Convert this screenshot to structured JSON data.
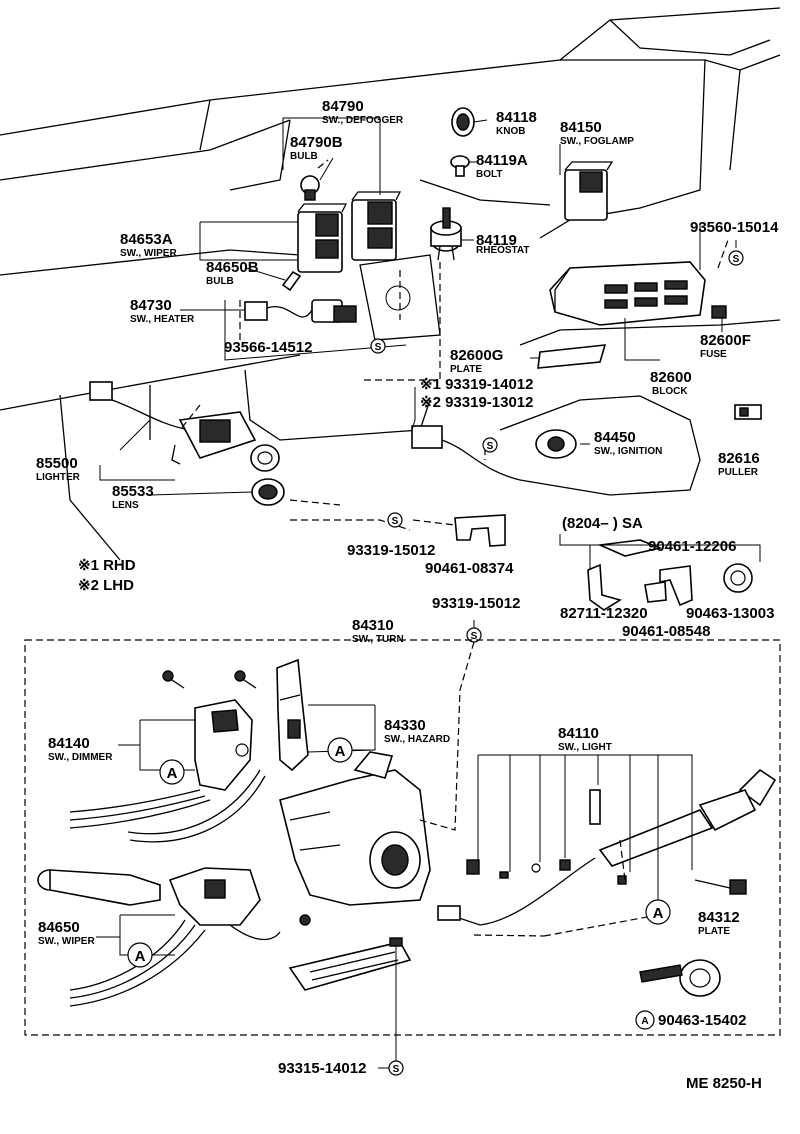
{
  "labels": {
    "p84790": {
      "pn": "84790",
      "sub": "SW., DEFOGGER"
    },
    "p84790B": {
      "pn": "84790B",
      "sub": "BULB"
    },
    "p84118": {
      "pn": "84118",
      "sub": "KNOB"
    },
    "p84150": {
      "pn": "84150",
      "sub": "SW., FOGLAMP"
    },
    "p84119A": {
      "pn": "84119A",
      "sub": "BOLT"
    },
    "p84653A": {
      "pn": "84653A",
      "sub": "SW., WIPER"
    },
    "p84119": {
      "pn": "84119",
      "sub": "RHEOSTAT"
    },
    "p93560": {
      "pn": "93560-15014"
    },
    "p84650B": {
      "pn": "84650B",
      "sub": "BULB"
    },
    "p84730": {
      "pn": "84730",
      "sub": "SW., HEATER"
    },
    "p82600F": {
      "pn": "82600F",
      "sub": "FUSE"
    },
    "p93566": {
      "pn": "93566-14512"
    },
    "p82600G": {
      "pn": "82600G",
      "sub": "PLATE"
    },
    "p82600": {
      "pn": "82600",
      "sub": "BLOCK"
    },
    "p93319a": {
      "pn": "※1 93319-14012"
    },
    "p93319b": {
      "pn": "※2 93319-13012"
    },
    "p84450": {
      "pn": "84450",
      "sub": "SW., IGNITION"
    },
    "p85500": {
      "pn": "85500",
      "sub": "LIGHTER"
    },
    "p82616": {
      "pn": "82616",
      "sub": "PULLER"
    },
    "p85533": {
      "pn": "85533",
      "sub": "LENS"
    },
    "p93319c": {
      "pn": "93319-15012"
    },
    "p90461a": {
      "pn": "90461-08374"
    },
    "range": {
      "pn": "(8204–        ) SA"
    },
    "p90461b": {
      "pn": "90461-12206"
    },
    "p82711": {
      "pn": "82711-12320"
    },
    "p90463a": {
      "pn": "90463-13003"
    },
    "p90461c": {
      "pn": "90461-08548"
    },
    "note1": {
      "pn": "※1  RHD"
    },
    "note2": {
      "pn": "※2  LHD"
    },
    "p93319d": {
      "pn": "93319-15012"
    },
    "p84310": {
      "pn": "84310",
      "sub": "SW., TURN"
    },
    "p84330": {
      "pn": "84330",
      "sub": "SW., HAZARD"
    },
    "p84140": {
      "pn": "84140",
      "sub": "SW., DIMMER"
    },
    "p84110": {
      "pn": "84110",
      "sub": "SW., LIGHT"
    },
    "p84312": {
      "pn": "84312",
      "sub": "PLATE"
    },
    "p84650": {
      "pn": "84650",
      "sub": "SW., WIPER"
    },
    "p90463b": {
      "pn": "90463-15402"
    },
    "p93315": {
      "pn": "93315-14012"
    },
    "ref": {
      "pn": "ME 8250-H"
    }
  },
  "markers": {
    "screw": "S",
    "assembly": "A"
  }
}
